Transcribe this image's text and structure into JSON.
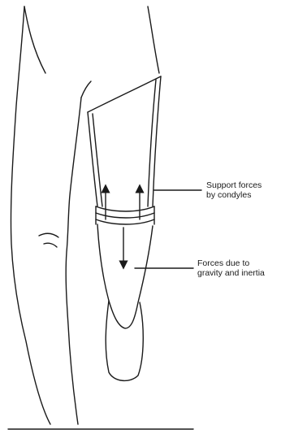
{
  "annotations": {
    "support": {
      "line1": "Support forces",
      "line2": "by condyles"
    },
    "gravity": {
      "line1": "Forces due to",
      "line2": "gravity and inertia"
    }
  },
  "colors": {
    "ink": "#1a1a1a",
    "background": "#ffffff"
  }
}
